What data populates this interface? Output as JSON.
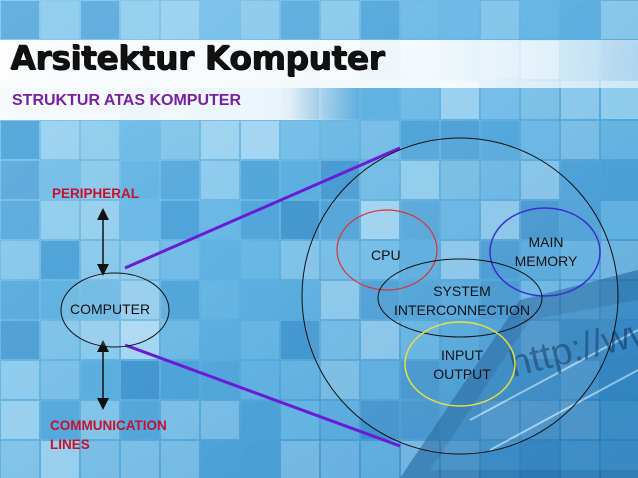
{
  "slide": {
    "title": "Arsitektur Komputer",
    "subtitle": "STRUKTUR ATAS KOMPUTER"
  },
  "diagram": {
    "peripheral": "PERIPHERAL",
    "computer": "COMPUTER",
    "communication_line1": "COMMUNICATION",
    "communication_line2": "LINES",
    "cpu": "CPU",
    "main_memory_line1": "MAIN",
    "main_memory_line2": "MEMORY",
    "system_line1": "SYSTEM",
    "system_line2": "INTERCONNECTION",
    "io_line1": "INPUT",
    "io_line2": "OUTPUT"
  },
  "background": {
    "watermark": "http://ww"
  },
  "colors": {
    "title_text": "#111111",
    "subtitle_text": "#7b1fa2",
    "peripheral_label": "#c8102e",
    "connector_lines": "#6a1bd6",
    "cpu_circle": "#e03030",
    "memory_circle": "#3a2fd0",
    "io_circle": "#e8e040"
  }
}
